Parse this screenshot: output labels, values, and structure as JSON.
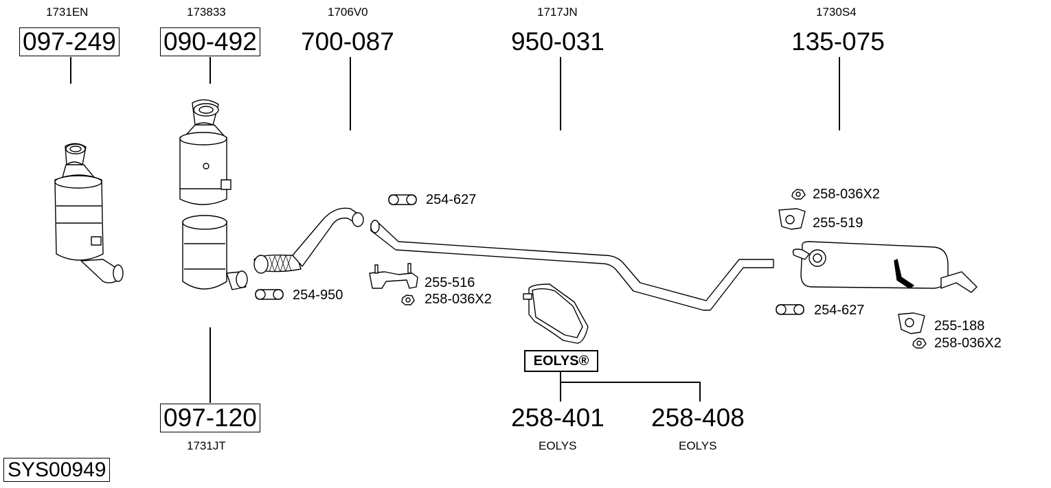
{
  "parts": {
    "cat1": {
      "oem": "1731EN",
      "number": "097-249"
    },
    "cat2": {
      "oem": "173833",
      "number": "090-492"
    },
    "front_pipe": {
      "oem": "1706V0",
      "number": "700-087"
    },
    "middle_pipe": {
      "oem": "1717JN",
      "number": "950-031"
    },
    "rear_silencer": {
      "oem": "1730S4",
      "number": "135-075"
    },
    "dpf": {
      "oem": "1731JT",
      "number": "097-120"
    },
    "eolys1": {
      "oem": "EOLYS",
      "number": "258-401"
    },
    "eolys2": {
      "oem": "EOLYS",
      "number": "258-408"
    }
  },
  "accessories": {
    "clamp_front": "254-627",
    "clamp_flex": "254-950",
    "bracket_front": "255-516",
    "nut_front": "258-036X2",
    "nut_rear_top": "258-036X2",
    "bracket_rear_top": "255-519",
    "clamp_rear": "254-627",
    "bracket_rear": "255-188",
    "nut_rear_bottom": "258-036X2"
  },
  "eolys_logo": "EOLYS®",
  "system_id": "SYS00949"
}
